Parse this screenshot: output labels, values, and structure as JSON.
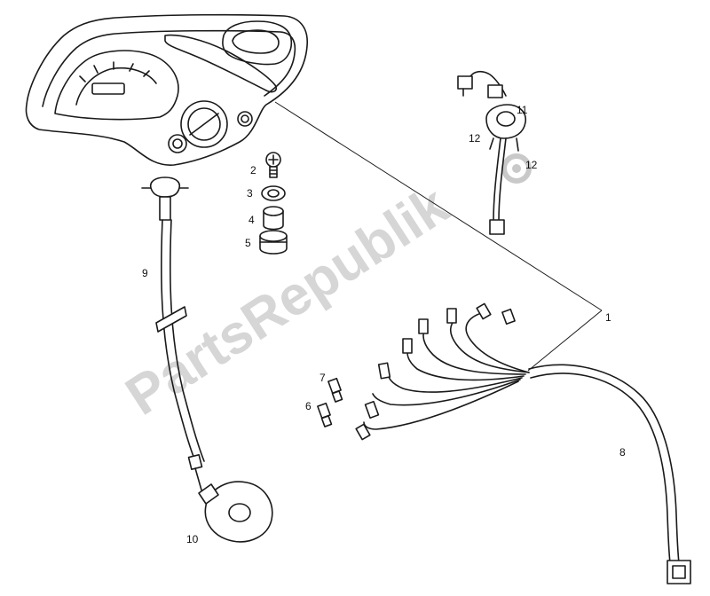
{
  "watermark": {
    "text": "PartsRepublik",
    "color": "#c8c8c8"
  },
  "callouts": {
    "c1": "1",
    "c2": "2",
    "c3": "3",
    "c4": "4",
    "c5": "5",
    "c6": "6",
    "c7": "7",
    "c8": "8",
    "c9": "9",
    "c10": "10",
    "c11": "11",
    "c12a": "12",
    "c12b": "12"
  },
  "colors": {
    "line": "#1a1a1a",
    "background": "#ffffff"
  }
}
